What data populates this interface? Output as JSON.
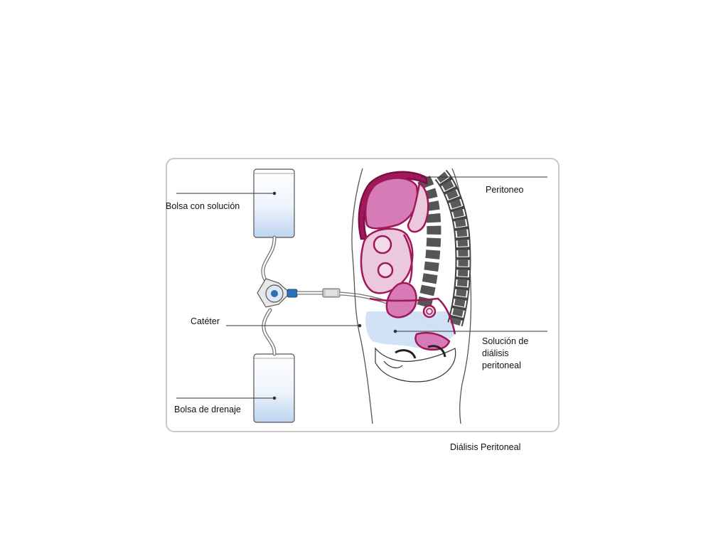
{
  "labels": {
    "bag_solution": "Bolsa con solución",
    "catheter": "Catéter",
    "drain_bag": "Bolsa de drenaje",
    "peritoneum": "Peritoneo",
    "dialysis_solution_line1": "Solución de",
    "dialysis_solution_line2": "diálisis",
    "dialysis_solution_line3": "peritoneal"
  },
  "caption": "Diálisis Peritoneal",
  "colors": {
    "organ_magenta": "#a0185a",
    "organ_pink": "#d77bb6",
    "organ_light": "#ecc8dc",
    "spine_dark": "#4a4a4a",
    "fluid_blue": "#cfe0f5",
    "connector_blue": "#2f6fb3",
    "frame_gray": "#c8c8c8"
  }
}
